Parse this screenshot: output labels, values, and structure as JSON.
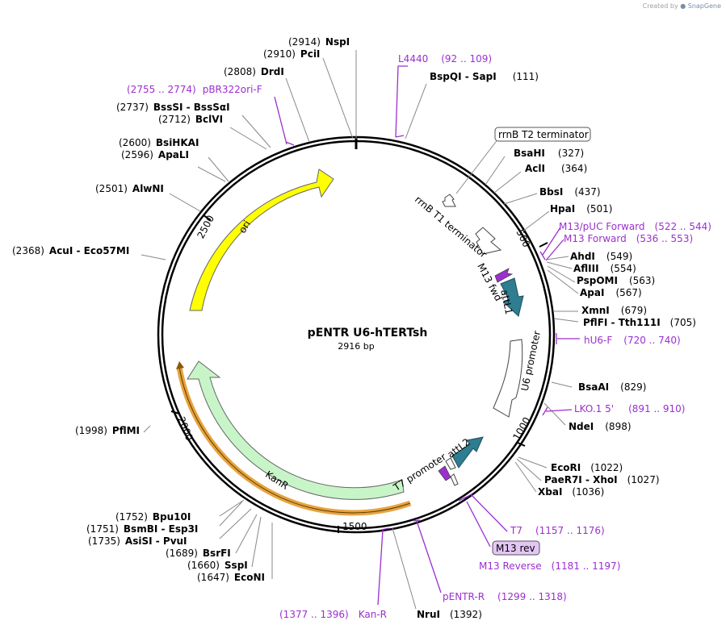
{
  "credit": {
    "prefix": "Created by",
    "brand": "SnapGene"
  },
  "plasmid": {
    "name": "pENTR U6-hTERTsh",
    "length_label": "2916 bp",
    "length": 2916
  },
  "ticks": [
    "500",
    "1000",
    "1500",
    "2000",
    "2500"
  ],
  "enzymes": [
    {
      "pos": "(2914)",
      "name": "NspI"
    },
    {
      "pos": "(2910)",
      "name": "PciI"
    },
    {
      "pos": "(2808)",
      "name": "DrdI"
    },
    {
      "pos": "(2737)",
      "name": "BssSI - BssSαI"
    },
    {
      "pos": "(2712)",
      "name": "BclVI"
    },
    {
      "pos": "(2600)",
      "name": "BsiHKAI"
    },
    {
      "pos": "(2596)",
      "name": "ApaLI"
    },
    {
      "pos": "(2501)",
      "name": "AlwNI"
    },
    {
      "pos": "(2368)",
      "name": "AcuI - Eco57MI"
    },
    {
      "pos": "(1998)",
      "name": "PflMI"
    },
    {
      "pos": "(1752)",
      "name": "Bpu10I"
    },
    {
      "pos": "(1751)",
      "name": "BsmBI - Esp3I"
    },
    {
      "pos": "(1735)",
      "name": "AsiSI - PvuI"
    },
    {
      "pos": "(1689)",
      "name": "BsrFI"
    },
    {
      "pos": "(1660)",
      "name": "SspI"
    },
    {
      "pos": "(1647)",
      "name": "EcoNI"
    },
    {
      "pos": "(1392)",
      "name": "NruI"
    },
    {
      "pos": "(111)",
      "name": "BspQI - SapI"
    },
    {
      "pos": "(327)",
      "name": "BsaHI"
    },
    {
      "pos": "(364)",
      "name": "AclI"
    },
    {
      "pos": "(437)",
      "name": "BbsI"
    },
    {
      "pos": "(501)",
      "name": "HpaI"
    },
    {
      "pos": "(549)",
      "name": "AhdI"
    },
    {
      "pos": "(554)",
      "name": "AflIII"
    },
    {
      "pos": "(563)",
      "name": "PspOMI"
    },
    {
      "pos": "(567)",
      "name": "ApaI"
    },
    {
      "pos": "(679)",
      "name": "XmnI"
    },
    {
      "pos": "(705)",
      "name": "PflFI - Tth111I"
    },
    {
      "pos": "(829)",
      "name": "BsaAI"
    },
    {
      "pos": "(898)",
      "name": "NdeI"
    },
    {
      "pos": "(1022)",
      "name": "EcoRI"
    },
    {
      "pos": "(1027)",
      "name": "PaeR7I - XhoI"
    },
    {
      "pos": "(1036)",
      "name": "XbaI"
    }
  ],
  "primers": [
    {
      "name": "L4440",
      "range": "(92 .. 109)"
    },
    {
      "name": "pBR322ori-F",
      "range": "(2755 .. 2774)"
    },
    {
      "name": "M13/pUC Forward",
      "range": "(522 .. 544)"
    },
    {
      "name": "M13 Forward",
      "range": "(536 .. 553)"
    },
    {
      "name": "hU6-F",
      "range": "(720 .. 740)"
    },
    {
      "name": "LKO.1 5'",
      "range": "(891 .. 910)"
    },
    {
      "name": "T7",
      "range": "(1157 .. 1176)"
    },
    {
      "name": "M13 Reverse",
      "range": "(1181 .. 1197)"
    },
    {
      "name": "pENTR-R",
      "range": "(1299 .. 1318)"
    },
    {
      "name": "Kan-R",
      "range": "(1377 .. 1396)"
    }
  ],
  "features": {
    "ori": "ori",
    "kanr": "KanR",
    "rrnb_t1": "rrnB T1 terminator",
    "rrnb_t2": "rrnB T2 terminator",
    "m13fwd": "M13 fwd",
    "attl1": "attL1",
    "u6": "U6 promoter",
    "attl2": "attL2",
    "t7prom": "T7 promoter",
    "m13rev": "M13 rev"
  },
  "colors": {
    "ori": "#ffff00",
    "kanr": "#c8f5c8",
    "kanr_primer": "#e7a33e",
    "att": "#2e7d90",
    "primer": "#9b2fd0",
    "backbone": "#000000"
  }
}
